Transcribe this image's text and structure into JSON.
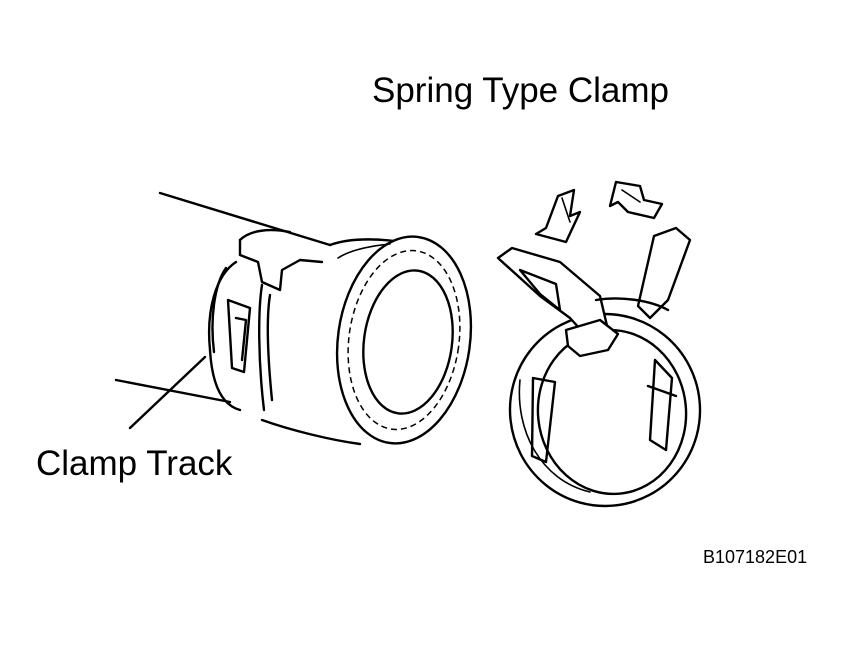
{
  "labels": {
    "title": "Spring Type Clamp",
    "clamp_track": "Clamp Track",
    "figure_code": "B107182E01"
  },
  "colors": {
    "ink": "#000000",
    "paper": "#ffffff"
  },
  "icons": {
    "press_arrow_left": "arrow-down-left-icon",
    "press_arrow_right": "arrow-down-right-icon"
  }
}
